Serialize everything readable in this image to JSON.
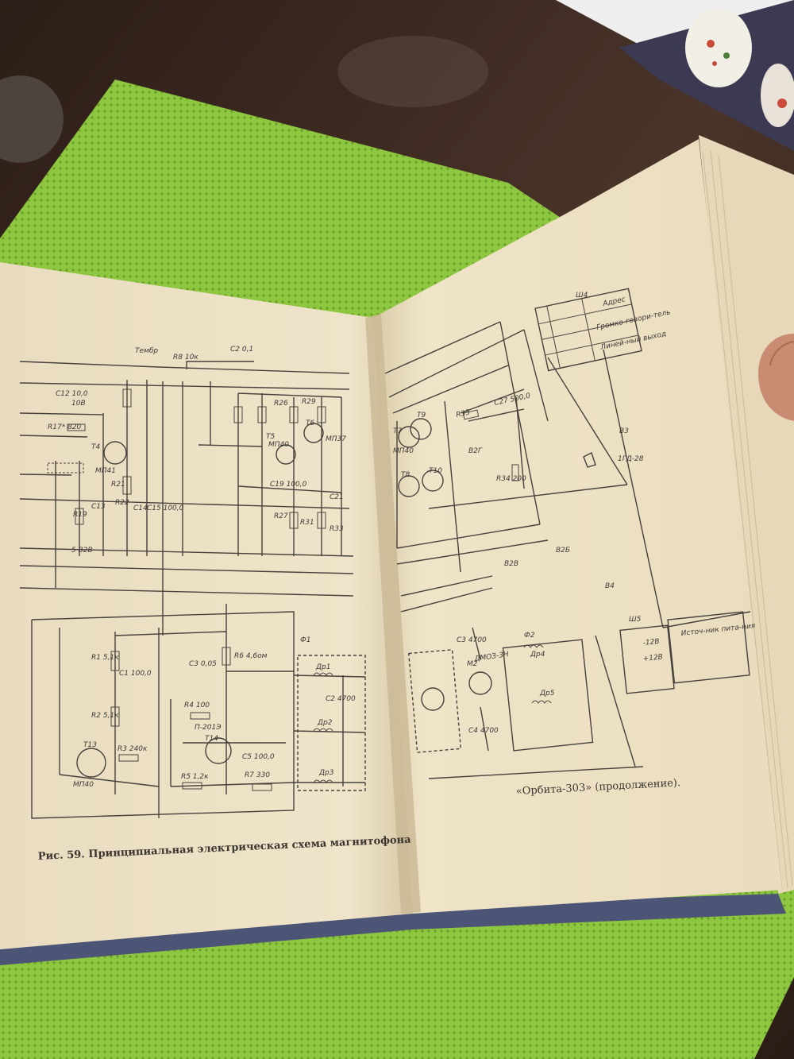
{
  "colors": {
    "table": "#3a2a22",
    "mat": "#8dc63f",
    "paper": "#efe3c6",
    "ink": "#46413c"
  },
  "left_page": {
    "caption": "Рис. 59. Принципиальная электрическая схема магнитофона",
    "labels": {
      "timbre": "Тембр",
      "r8": "R8 10к",
      "c2": "C2 0,1",
      "c12": "C12 10,0",
      "c12v": "10В",
      "r17": "R17* 820",
      "t4": "Т4",
      "mp41": "МП41",
      "t5": "Т5",
      "mp40a": "МП40",
      "t6": "Т6",
      "mp37": "МП37",
      "r26": "R26",
      "r29": "R29",
      "c19": "C19 100,0",
      "c21": "C21",
      "r27": "R27",
      "r31": "R31",
      "r33": "R33",
      "c13": "C13",
      "c14": "C14",
      "c15": "C15 100,0",
      "r21": "R21",
      "r22": "R22",
      "r19": "R19",
      "b2b": "5 В2В",
      "f1": "Ф1",
      "dr1": "Др1",
      "dr2": "Др2",
      "dr3": "Др3",
      "r1": "R1 5,1к",
      "c1": "C1 100,0",
      "r2": "R2 5,1к",
      "r3": "R3 240к",
      "t13": "Т13",
      "mp40b": "МП40",
      "r6": "R6 4,6ом",
      "c3": "C3 0,05",
      "r4": "R4 100",
      "p2019": "П-201Э",
      "t14": "Т14",
      "c5": "C5 100,0",
      "r7": "R7 330",
      "r5": "R5 1,2к",
      "c2b": "C2 4700"
    }
  },
  "right_page": {
    "caption": "«Орбита-303» (продолжение).",
    "labels": {
      "sh4": "Ш4",
      "sh4_addr": "Адрес",
      "sh4_r1": "Громко-говори-тель",
      "sh4_r2": "Линей-ный выход",
      "v3": "В3",
      "speaker": "1ГД-28",
      "t7": "Т7",
      "mp40": "МП40",
      "t9": "Т9",
      "t10": "Т10",
      "t8": "Т8",
      "r34": "R34 200",
      "c27": "C27 500,0",
      "r33": "R33",
      "b2b": "В2Б",
      "b2g": "В2Г",
      "b2v": "В2В",
      "b4": "В4",
      "f2": "Ф2",
      "dr4": "Др4",
      "dr5": "Др5",
      "c3": "C3 4700",
      "c4": "C4 4700",
      "m2": "М2",
      "motor": "ДМОЗ-3Н",
      "sh5": "Ш5",
      "sh5_m12": "-12В",
      "sh5_p12": "+12В",
      "source": "Источ-ник пита-ния"
    }
  }
}
